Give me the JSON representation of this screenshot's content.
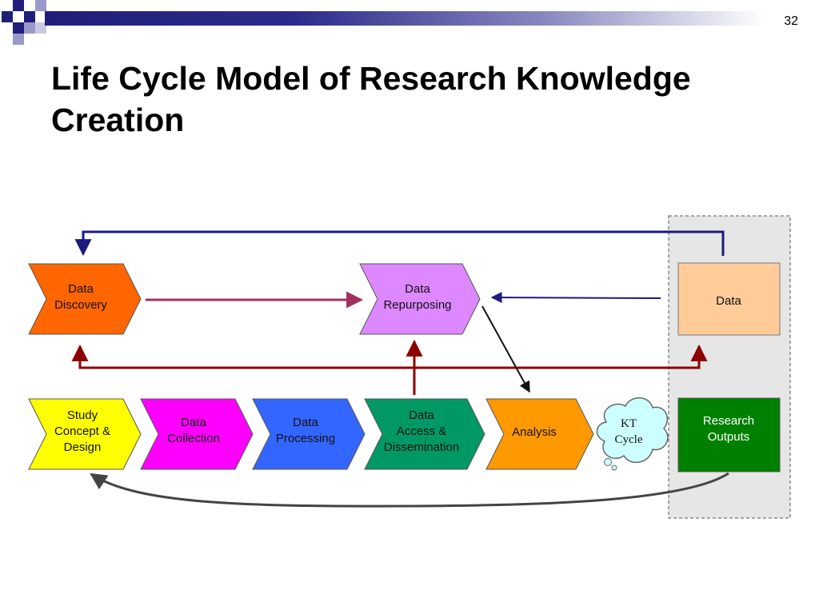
{
  "slide": {
    "number": "32",
    "title_line1": "Life Cycle Model of Research Knowledge",
    "title_line2": "Creation"
  },
  "diagram": {
    "top_row": {
      "data_discovery": [
        "Data",
        "Discovery"
      ],
      "data_repurposing": [
        "Data",
        "Repurposing"
      ],
      "data": "Data"
    },
    "bottom_row": {
      "study_concept": [
        "Study",
        "Concept &",
        "Design"
      ],
      "data_collection": [
        "Data",
        "Collection"
      ],
      "data_processing": [
        "Data",
        "Processing"
      ],
      "data_access": [
        "Data",
        "Access &",
        "Dissemination"
      ],
      "analysis": "Analysis",
      "kt_cycle": [
        "KT",
        "Cycle"
      ],
      "research_outputs": [
        "Research",
        "Outputs"
      ]
    },
    "colors": {
      "data_discovery": "#ff6600",
      "data_repurposing": "#dd88ff",
      "data": "#ffcc99",
      "study_concept": "#ffff00",
      "data_collection": "#ff00ff",
      "data_processing": "#3366ff",
      "data_access": "#009966",
      "analysis": "#ff9900",
      "kt_cycle": "#ccffff",
      "research_outputs": "#008000",
      "shaded_region": "#e6e6e6",
      "arrow_navy": "#1a1a80",
      "arrow_darkred": "#8b0000",
      "arrow_magenta": "#a03060",
      "arrow_black": "#111111",
      "arrow_gray": "#444444"
    }
  }
}
